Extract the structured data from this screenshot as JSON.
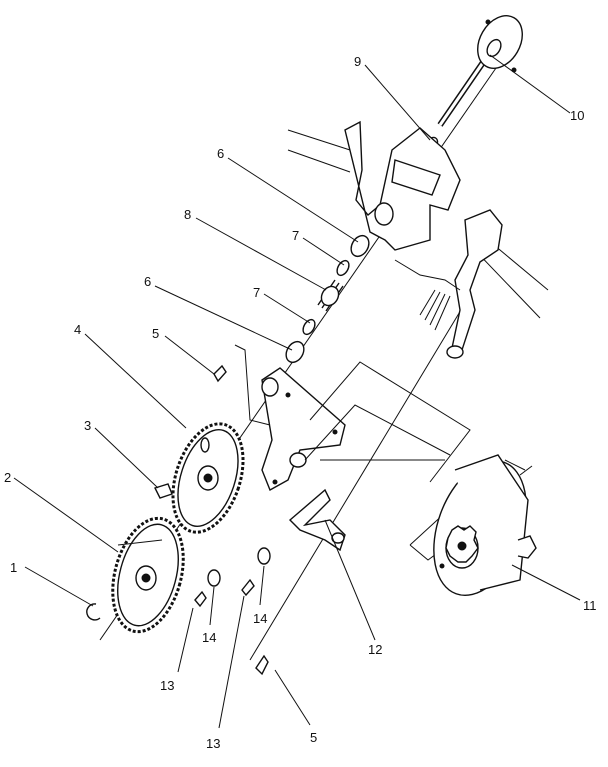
{
  "diagram": {
    "callouts": [
      {
        "id": "c1",
        "label": "1"
      },
      {
        "id": "c2",
        "label": "2"
      },
      {
        "id": "c3",
        "label": "3"
      },
      {
        "id": "c4",
        "label": "4"
      },
      {
        "id": "c5a",
        "label": "5"
      },
      {
        "id": "c5b",
        "label": "5"
      },
      {
        "id": "c6a",
        "label": "6"
      },
      {
        "id": "c6b",
        "label": "6"
      },
      {
        "id": "c7a",
        "label": "7"
      },
      {
        "id": "c7b",
        "label": "7"
      },
      {
        "id": "c8",
        "label": "8"
      },
      {
        "id": "c9",
        "label": "9"
      },
      {
        "id": "c10",
        "label": "10"
      },
      {
        "id": "c11",
        "label": "11"
      },
      {
        "id": "c12",
        "label": "12"
      },
      {
        "id": "c13a",
        "label": "13"
      },
      {
        "id": "c13b",
        "label": "13"
      },
      {
        "id": "c14a",
        "label": "14"
      },
      {
        "id": "c14b",
        "label": "14"
      }
    ]
  }
}
